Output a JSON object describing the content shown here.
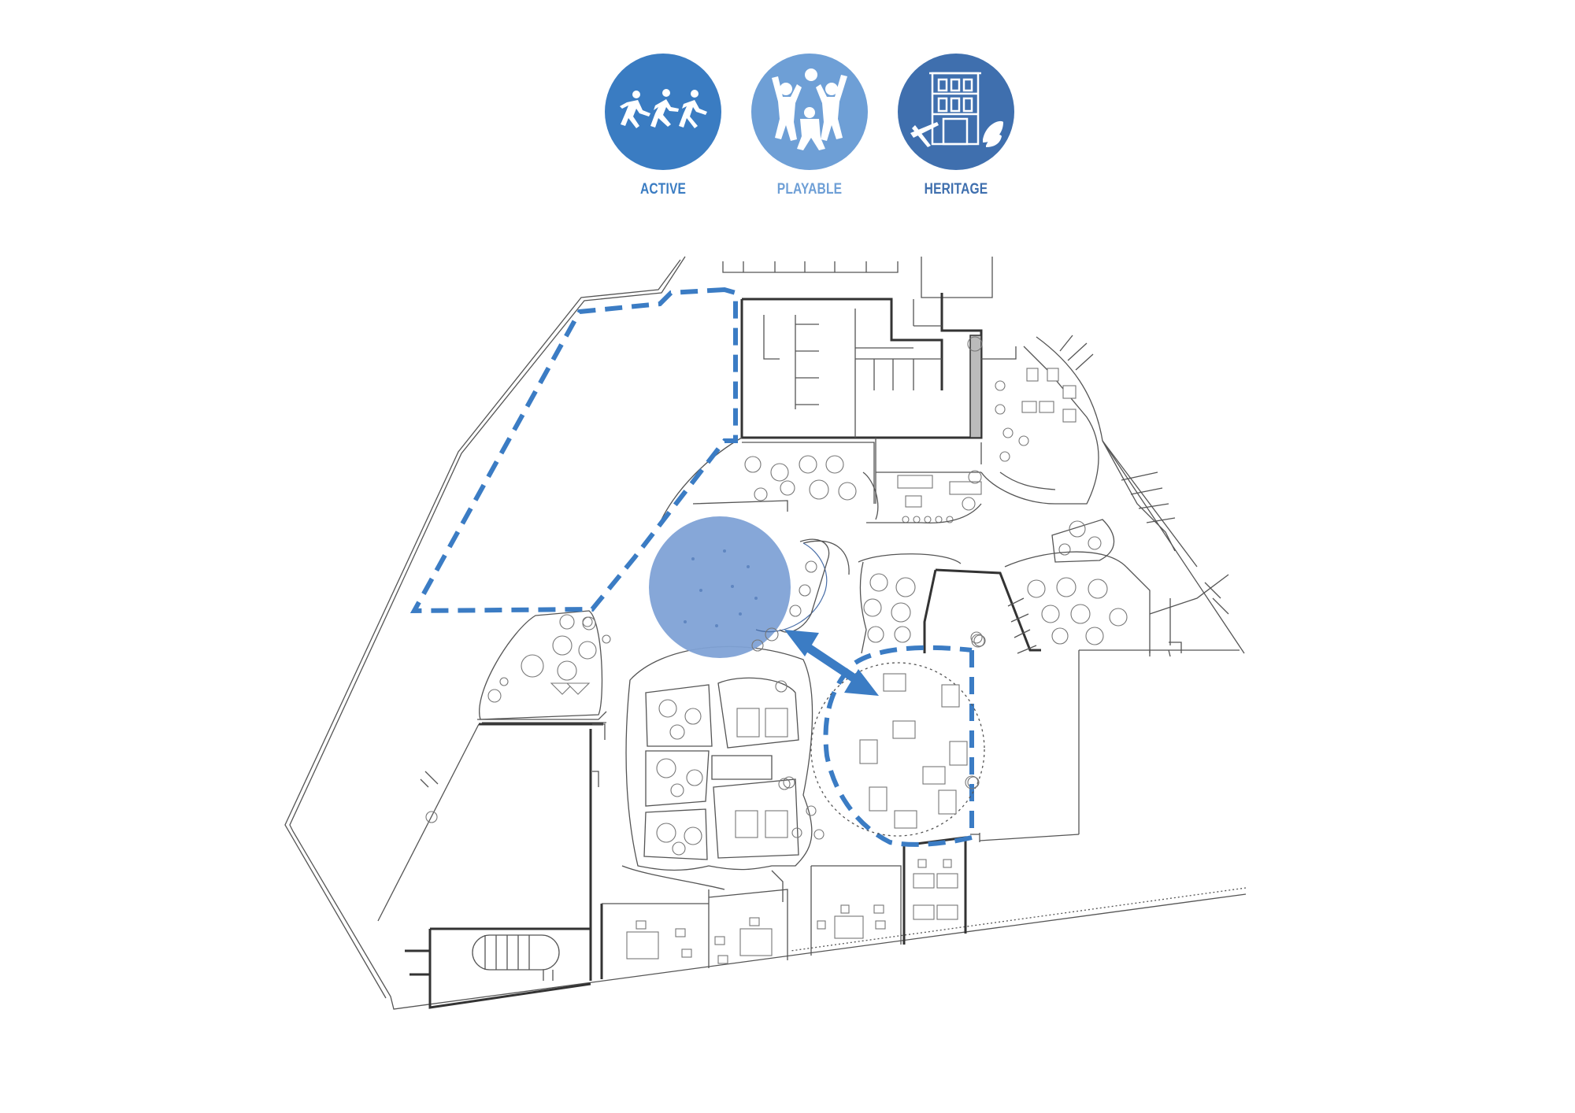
{
  "legend": {
    "items": [
      {
        "key": "active",
        "label": "ACTIVE",
        "icon": "running-people-icon",
        "circle_color": "#3a7cc2",
        "label_color": "#3a7cc2"
      },
      {
        "key": "playable",
        "label": "PLAYABLE",
        "icon": "playing-children-icon",
        "circle_color": "#6e9fd6",
        "label_color": "#6e9fd6"
      },
      {
        "key": "heritage",
        "label": "HERITAGE",
        "icon": "heritage-building-icon",
        "circle_color": "#3f6fae",
        "label_color": "#3f6fae"
      }
    ]
  },
  "plan": {
    "highlight_color": "#3b7cc4",
    "circle_fill": "#7fa2d6",
    "line_color": "#555555"
  }
}
